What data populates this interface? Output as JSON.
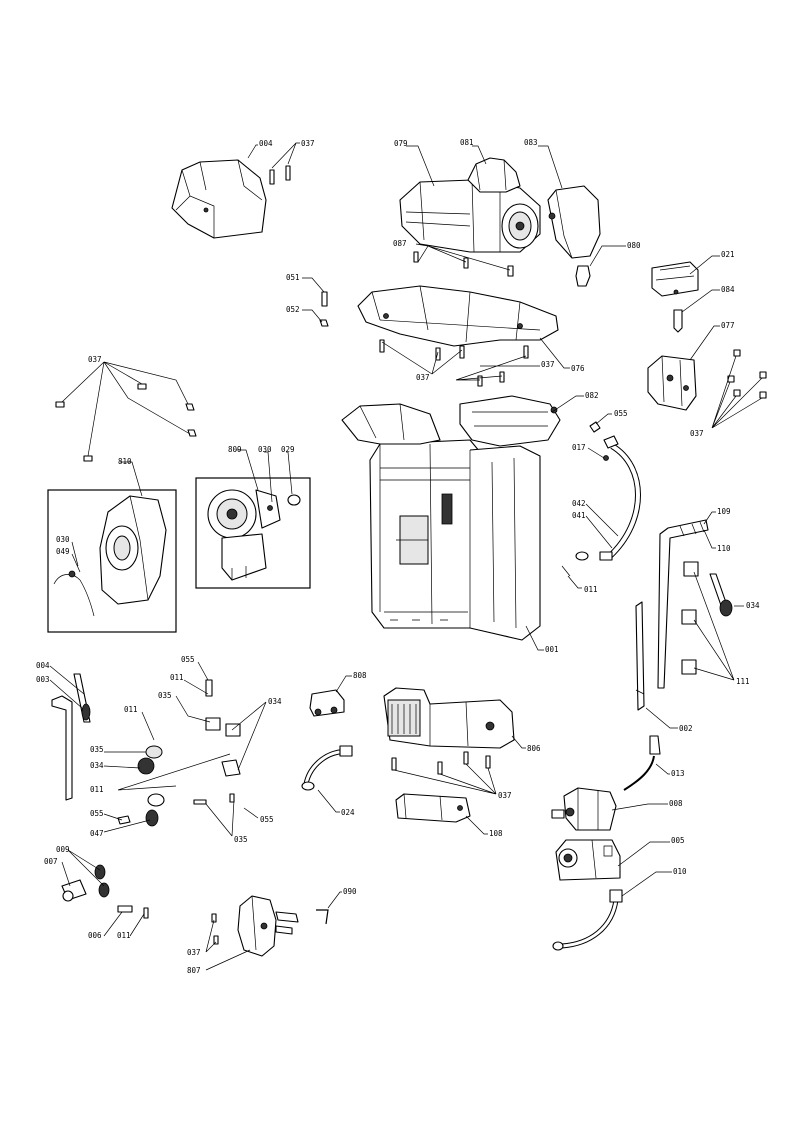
{
  "callouts": {
    "c004_top": "004",
    "c037_top": "037",
    "c079": "079",
    "c081": "081",
    "c083": "083",
    "c087": "087",
    "c080": "080",
    "c021": "021",
    "c084": "084",
    "c051": "051",
    "c052": "052",
    "c077": "077",
    "c076": "076",
    "c037_mid1": "037",
    "c037_mid2": "037",
    "c037_right": "037",
    "c037_left": "037",
    "c082": "082",
    "c055_a": "055",
    "c017": "017",
    "c042": "042",
    "c041": "041",
    "c011_a": "011",
    "c001": "001",
    "c810": "810",
    "c030_a": "030",
    "c049": "049",
    "c809": "809",
    "c030_b": "030",
    "c029": "029",
    "c109": "109",
    "c110": "110",
    "c034_right": "034",
    "c111": "111",
    "c002": "002",
    "c004_left": "004",
    "c003": "003",
    "c055_b": "055",
    "c011_b": "011",
    "c035_a": "035",
    "c011_c": "011",
    "c034_mid": "034",
    "c035_b": "035",
    "c034_left": "034",
    "c011_d": "011",
    "c055_c": "055",
    "c047": "047",
    "c035_c": "035",
    "c055_d": "055",
    "c808": "808",
    "c024": "024",
    "c806": "806",
    "c037_lower": "037",
    "c108": "108",
    "c013": "013",
    "c008": "008",
    "c005": "005",
    "c009": "009",
    "c007": "007",
    "c006": "006",
    "c011_e": "011",
    "c010": "010",
    "c090": "090",
    "c037_bottom": "037",
    "c807": "807"
  }
}
